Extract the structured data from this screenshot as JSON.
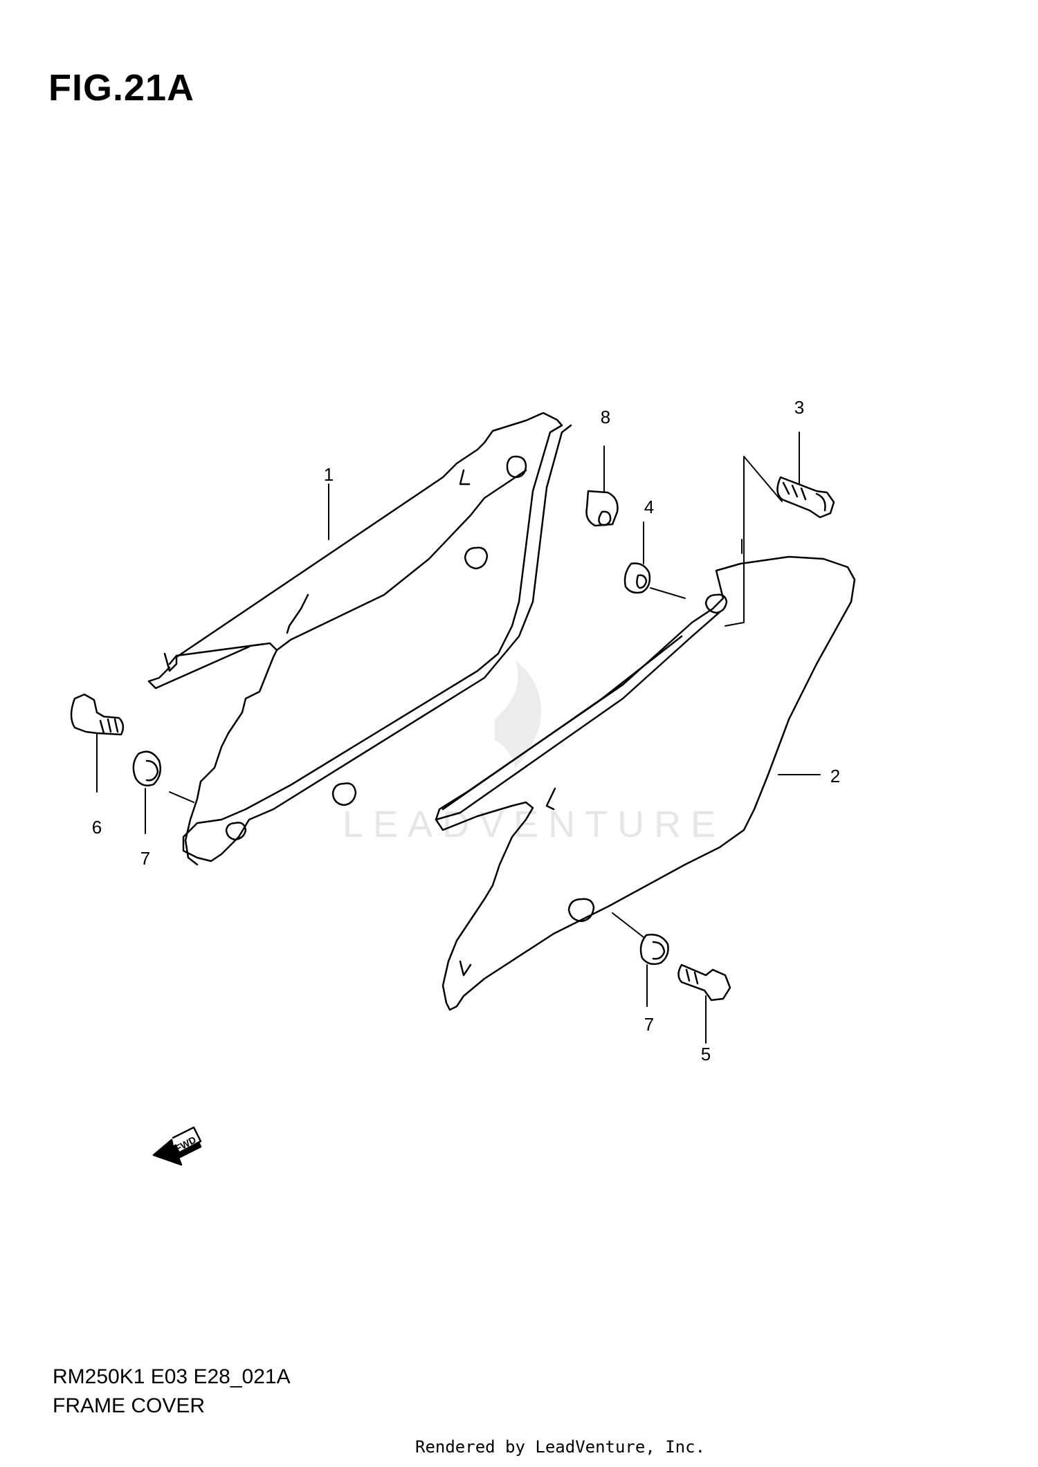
{
  "figure": {
    "title": "FIG.21A"
  },
  "callouts": {
    "c1": "1",
    "c2": "2",
    "c3": "3",
    "c4": "4",
    "c5": "5",
    "c6": "6",
    "c7a": "7",
    "c7b": "7",
    "c8": "8"
  },
  "fwd_label": "FWD",
  "watermark": "LEADVENTURE",
  "footer": {
    "code": "RM250K1 E03 E28_021A",
    "name": "FRAME COVER",
    "rendered_by": "Rendered by LeadVenture, Inc."
  }
}
